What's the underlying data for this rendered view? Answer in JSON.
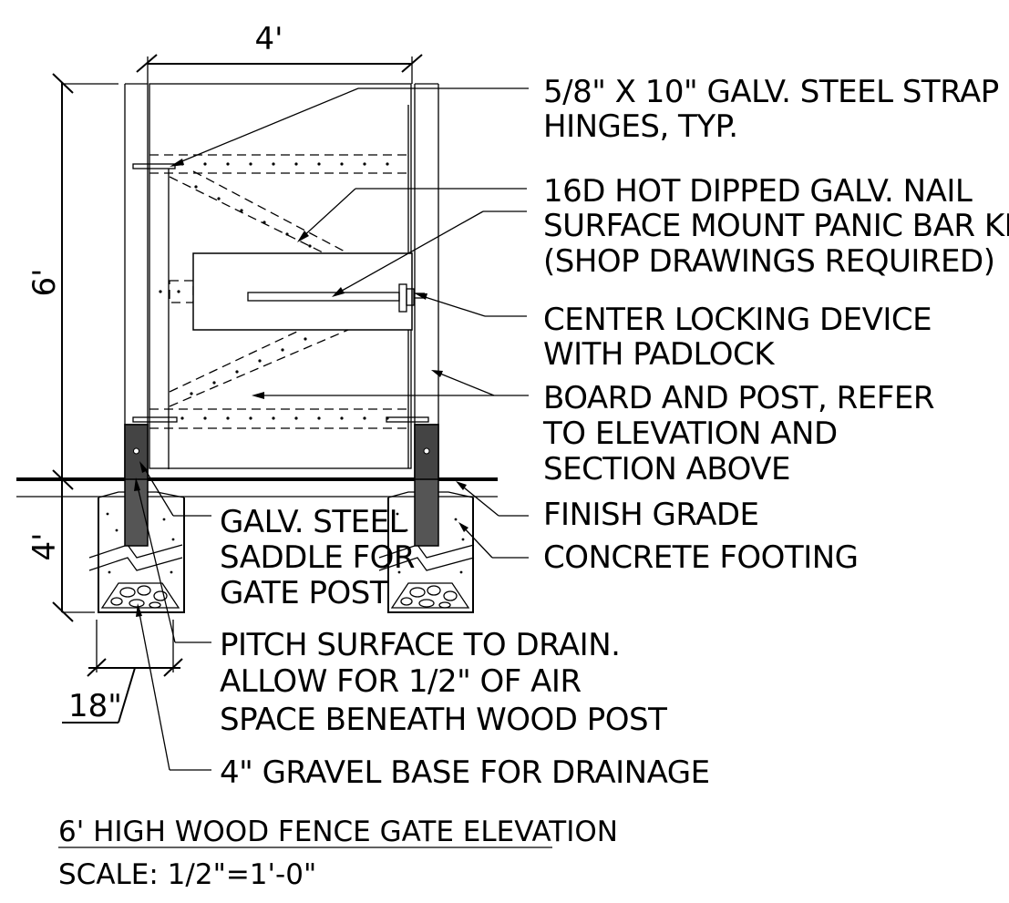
{
  "dimensions": {
    "width": "4'",
    "height": "6'",
    "footing_depth": "4'",
    "footing_width": "18\""
  },
  "callouts": {
    "strap_hinges": [
      "5/8\" X 10\" GALV. STEEL STRAP",
      "HINGES, TYP."
    ],
    "nail": "16D HOT DIPPED GALV. NAIL",
    "panic_bar": [
      "SURFACE MOUNT PANIC BAR KITS",
      "(SHOP DRAWINGS REQUIRED)"
    ],
    "locking_device": [
      "CENTER LOCKING DEVICE",
      "WITH PADLOCK"
    ],
    "board_and_post": [
      "BOARD AND POST, REFER",
      "TO ELEVATION AND",
      "SECTION ABOVE"
    ],
    "finish_grade": "FINISH GRADE",
    "concrete_footing": "CONCRETE FOOTING",
    "saddle": [
      "GALV. STEEL",
      "SADDLE FOR",
      "GATE POST"
    ],
    "pitch_surface": [
      "PITCH SURFACE TO DRAIN.",
      "ALLOW FOR 1/2\" OF AIR",
      "SPACE BENEATH WOOD POST"
    ],
    "gravel_base": "4\" GRAVEL BASE FOR DRAINAGE"
  },
  "title": {
    "name": "6' HIGH WOOD FENCE GATE ELEVATION",
    "scale": "SCALE: 1/2\"=1'-0\""
  }
}
